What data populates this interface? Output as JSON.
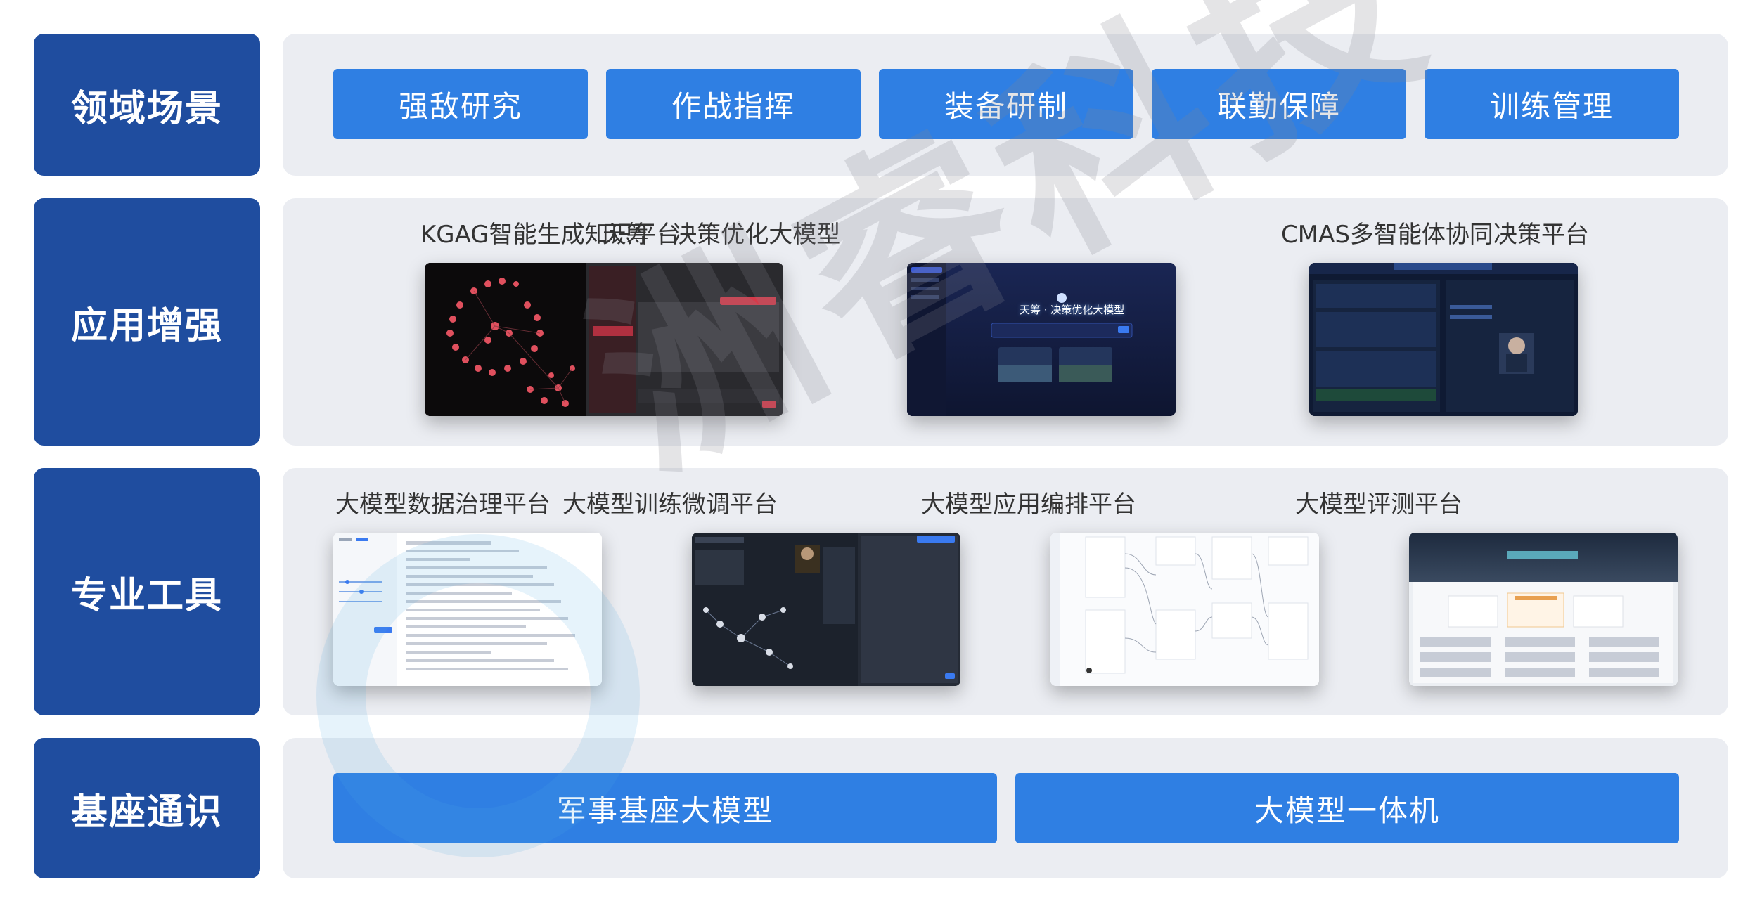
{
  "rows": {
    "domain": {
      "label": "领域场景",
      "items": [
        "强敌研究",
        "作战指挥",
        "装备研制",
        "联勤保障",
        "训练管理"
      ]
    },
    "application": {
      "label": "应用增强",
      "platforms": [
        "KGAG智能生成知识平台",
        "天筹 · 决策优化大模型",
        "CMAS多智能体协同决策平台"
      ]
    },
    "tools": {
      "label": "专业工具",
      "platforms": [
        "大模型数据治理平台",
        "大模型训练微调平台",
        "大模型应用编排平台",
        "大模型评测平台"
      ]
    },
    "foundation": {
      "label": "基座通识",
      "items": [
        "军事基座大模型",
        "大模型一体机"
      ]
    }
  },
  "screenshots": {
    "tianchou_title": "天筹 · 决策优化大模型"
  },
  "watermark": "洲睿科技",
  "colors": {
    "label_bg": "#1f4d9f",
    "button_bg": "#2f7fe3",
    "panel_bg": "#ebedf2"
  }
}
